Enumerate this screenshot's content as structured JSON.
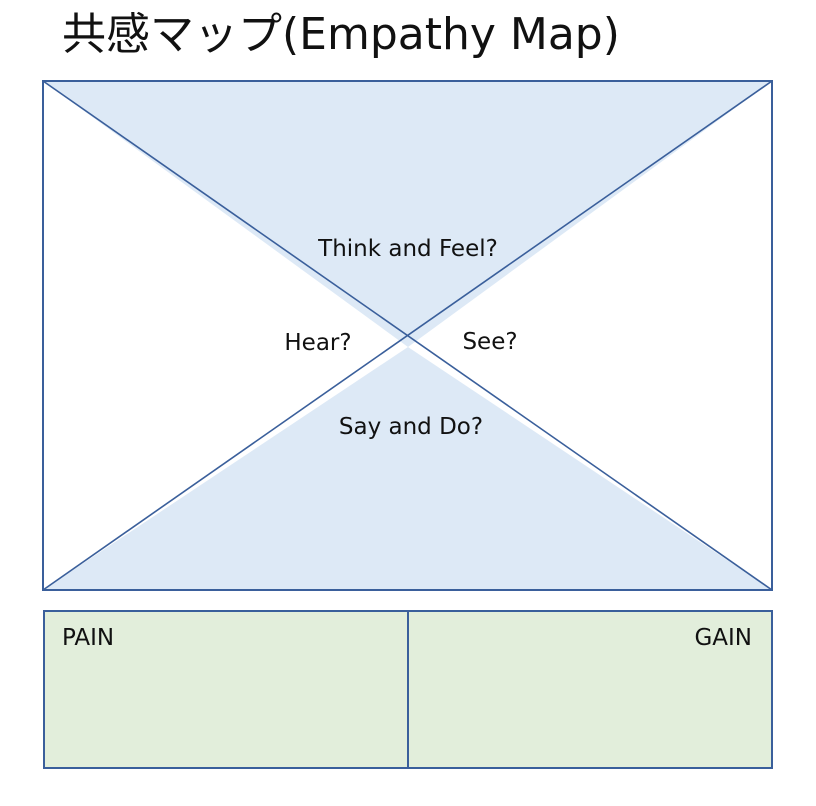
{
  "title": "共感マップ(Empathy Map)",
  "quadrants": {
    "top": "Think and Feel?",
    "left": "Hear?",
    "right": "See?",
    "bottom": "Say and Do?"
  },
  "bottom_panels": {
    "left": "PAIN",
    "right": "GAIN"
  },
  "colors": {
    "line": "#3a5f9b",
    "triangle_fill": "#dde9f6",
    "panel_fill": "#e2eedb",
    "panel_border": "#3a5f9b"
  }
}
